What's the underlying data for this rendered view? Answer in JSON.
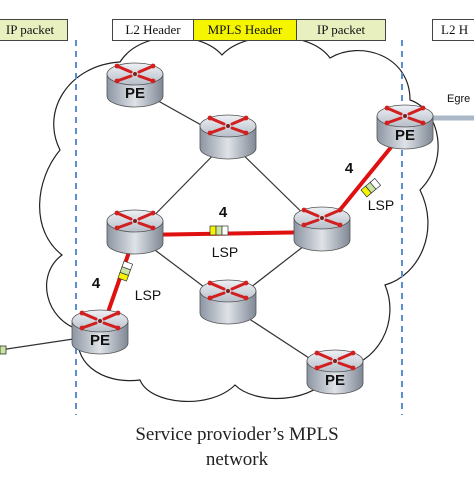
{
  "headers": {
    "left": {
      "ip_packet": "IP packet"
    },
    "middle": {
      "l2": "L2 Header",
      "mpls": "MPLS Header",
      "ip": "IP packet"
    },
    "right": {
      "l2": "L2 H"
    }
  },
  "nodes": {
    "pe_top_left": "PE",
    "pe_right": "PE",
    "pe_bottom_left": "PE",
    "pe_bottom_right": "PE"
  },
  "lsp_hops": [
    {
      "label": "4",
      "lsp": "LSP"
    },
    {
      "label": "4",
      "lsp": "LSP"
    },
    {
      "label": "4",
      "lsp": "LSP"
    }
  ],
  "egress_label": "Egre",
  "caption": {
    "line1": "Service provioder’s MPLS",
    "line2": "network"
  },
  "colors": {
    "cloud_fill": "#ffffff",
    "cloud_stroke": "#222222",
    "lsp_link": "#e01010",
    "link": "#333333",
    "boundary": "#5b8fd0",
    "header_green": "#e8f0c0",
    "header_yellow": "#f5f500",
    "router_body": "#c9ced6",
    "router_arrows": "#d21f1f"
  },
  "icons": [
    "router-icon",
    "packet-label-icon",
    "egress-arrow-icon"
  ]
}
